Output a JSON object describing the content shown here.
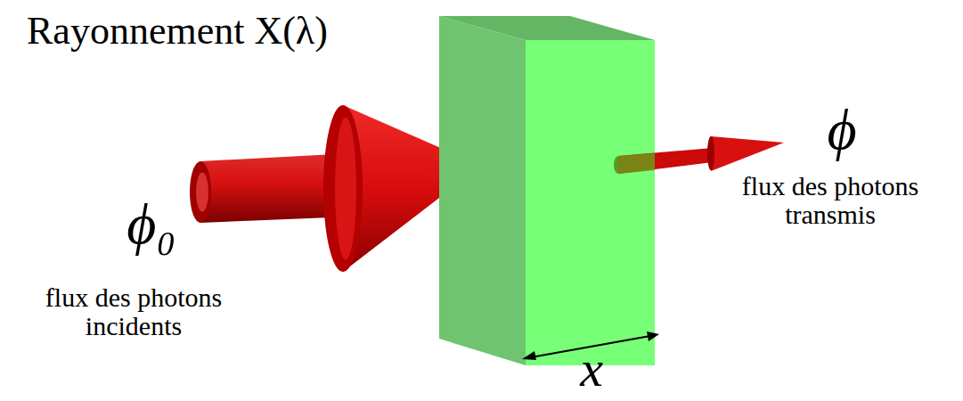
{
  "diagram": {
    "labels": [
      "Rayonnement X(λ)",
      "ϕ₀",
      "flux des photons incidents",
      "ϕ",
      "flux des photons transmis",
      "x"
    ]
  }
}
